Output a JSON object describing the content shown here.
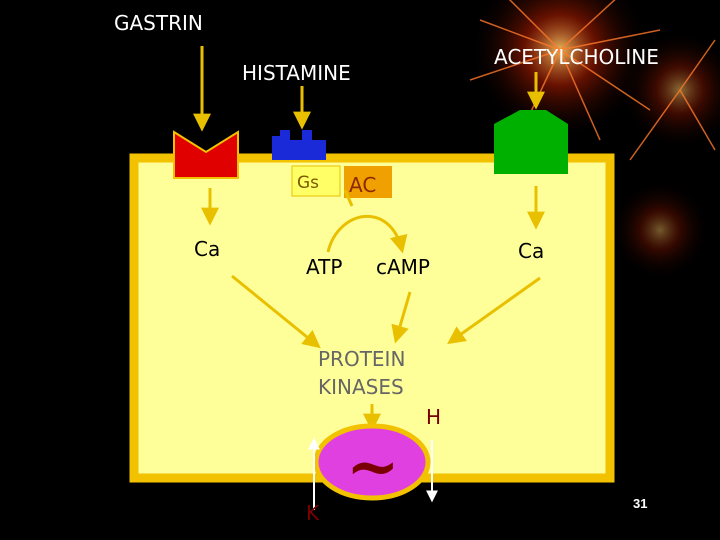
{
  "labels": {
    "gastrin": "GASTRIN",
    "histamine": "HISTAMINE",
    "acetylcholine": "ACETYLCHOLINE",
    "gs": "Gs",
    "ac": "AC",
    "ca_left": "Ca",
    "ca_right": "Ca",
    "atp": "ATP",
    "camp": "cAMP",
    "protein_kinases_line1": "PROTEIN",
    "protein_kinases_line2": "KINASES",
    "h": "H",
    "k": "K",
    "pump_symbol": "~"
  },
  "slide_number": "31",
  "colors": {
    "background": "#000000",
    "cell_fill": "#ffff99",
    "cell_border": "#f2c200",
    "arrow": "#e8c000",
    "gastrin_receptor": "#e00000",
    "histamine_receptor": "#1a2ad8",
    "acetylcholine_receptor": "#00b000",
    "gs_box": "#ffff66",
    "ac_box": "#f0a000",
    "pump": "#e040e0",
    "k_text": "#7a0000",
    "h_text": "#7a0000"
  }
}
